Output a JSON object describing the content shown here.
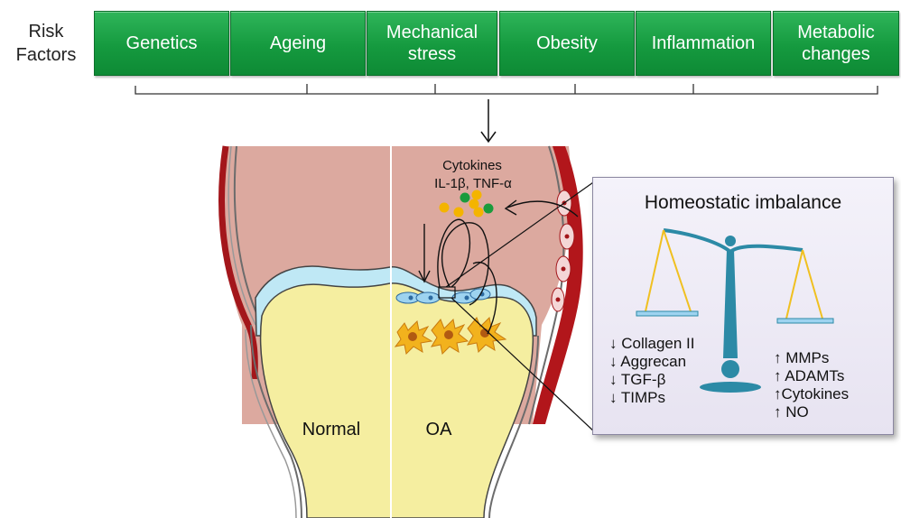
{
  "risk_factors": {
    "label": "Risk\nFactors",
    "items": [
      "Genetics",
      "Ageing",
      "Mechanical\nstress",
      "Obesity",
      "Inflammation",
      "Metabolic\nchanges"
    ]
  },
  "joint": {
    "cytokines_line1": "Cytokines",
    "cytokines_line2": "IL-1β, TNF-α",
    "normal_label": "Normal",
    "oa_label": "OA"
  },
  "imbalance_panel": {
    "title": "Homeostatic imbalance",
    "decreased": [
      "↓ Collagen II",
      "↓ Aggrecan",
      "↓ TGF-β",
      "↓ TIMPs"
    ],
    "increased": [
      "↑ MMPs",
      "↑ ADAMTs",
      "↑Cytokines",
      "↑ NO"
    ]
  },
  "colors": {
    "factor_green": "#159a3f",
    "synovium": "#dca99f",
    "bone": "#f5eea0",
    "cartilage": "#bfe8f5",
    "capsule_red": "#a3161b",
    "cytokine_orange": "#f4b400",
    "cytokine_green": "#1a9b3c",
    "scale_teal": "#2c8aa6",
    "pan_line": "#f0c020"
  }
}
